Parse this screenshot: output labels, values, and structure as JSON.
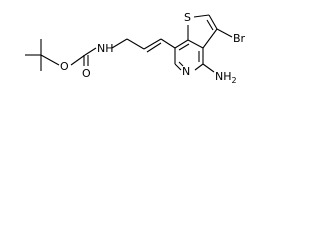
{
  "molecule": {
    "atoms": {
      "o_ether": "O",
      "o_carbonyl": "O",
      "nh": "NH",
      "s": "S",
      "br": "Br",
      "n_ring": "N",
      "nh2": "NH",
      "nh2_sub": "2"
    }
  }
}
